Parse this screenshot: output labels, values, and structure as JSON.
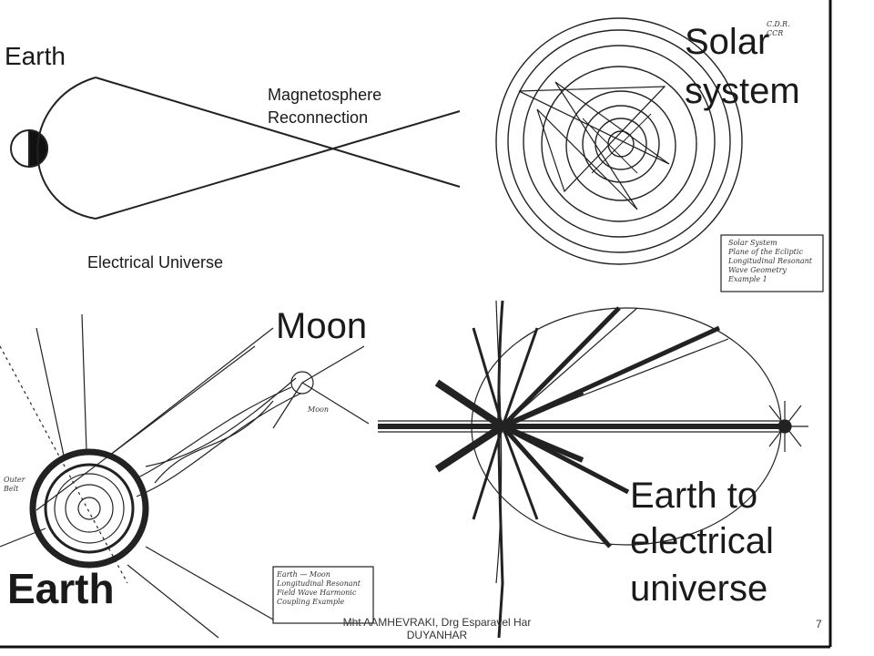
{
  "slide": {
    "labels": {
      "earth_top": "Earth",
      "magnetosphere": "Magnetosphere",
      "reconnection": "Reconnection",
      "electrical_universe": "Electrical Universe",
      "solar_line1": "Solar",
      "solar_line2": "system",
      "moon": "Moon",
      "earth_bottom": "Earth",
      "e2u_line1": "Earth to",
      "e2u_line2": "electrical",
      "e2u_line3": "universe"
    },
    "handwritten": {
      "solar_note": [
        "Solar System",
        "Plane of the Ecliptic",
        "Longitudinal Resonant",
        "Wave Geometry",
        "Example 1"
      ],
      "moon_note": [
        "Earth — Moon",
        "Longitudinal Resonant",
        "Field Wave Harmonic",
        "Coupling Example"
      ],
      "corner_mark": [
        "C.D.R.",
        "CCR"
      ],
      "moon_small": "Moon",
      "belt": [
        "Outer",
        "Belt"
      ]
    },
    "footer": {
      "author_line1": "Mht AAMHEVRAKI, Drg Esparavel Har",
      "author_line2": "DUYANHAR",
      "page_number": "7"
    }
  }
}
